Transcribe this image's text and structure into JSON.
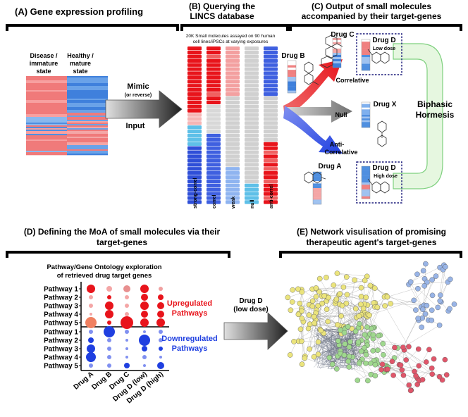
{
  "panel_a": {
    "title": "(A) Gene expression profiling",
    "disease_label_1": "Disease /",
    "disease_label_2": "immature",
    "disease_label_3": "state",
    "healthy_label_1": "Healthy /",
    "healthy_label_2": "mature",
    "healthy_label_3": "state"
  },
  "arrow_a": {
    "mimic": "Mimic",
    "reverse": "(or reverse)",
    "input": "Input"
  },
  "panel_b": {
    "title_1": "(B) Querying the",
    "title_2": "LINCS database",
    "subtitle_1": "20K Small molecules assayed on 90 human",
    "subtitle_2": "cell lines/iPSCs at varying exposures",
    "columns": [
      "strong-correl",
      "correl",
      "weak",
      "null",
      "anti-correl"
    ]
  },
  "panel_c": {
    "title_1": "(C) Output of small molecules",
    "title_2": "accompanied by their target-genes",
    "drug_b": "Drug B",
    "drug_c": "Drug C",
    "drug_d_low": "Drug D",
    "low_dose": "Low dose",
    "correlative": "Correlative",
    "null": "Null",
    "drug_x": "Drug X",
    "anti_1": "Anti-",
    "anti_2": "Correlative",
    "drug_a": "Drug A",
    "drug_d_high": "Drug D",
    "high_dose": "High dose",
    "biphasic_1": "Biphasic",
    "biphasic_2": "Hormesis"
  },
  "panel_d": {
    "title_1": "(D) Defining the MoA of small molecules via their",
    "title_2": "target-genes",
    "sub_1": "Pathway/Gene Ontology exploration",
    "sub_2": "of retrieved drug target genes",
    "up_1": "Upregulated",
    "up_2": "Pathways",
    "down_1": "Downregulated",
    "down_2": "Pathways",
    "pathways": [
      "Pathway 1",
      "Pathway 2",
      "Pathway 3",
      "Pathway 4",
      "Pathway 5"
    ],
    "drugs": [
      "Drug A",
      "Drug B",
      "Drug C",
      "Drug D (low)",
      "Drug D (high)"
    ]
  },
  "arrow_d": {
    "label_1": "Drug D",
    "label_2": "(low dose)"
  },
  "panel_e": {
    "title_1": "(E) Network visulisation of promising",
    "title_2": "therapeutic agent's target-genes"
  },
  "colors": {
    "red": "#e8141b",
    "pink": "#f08080",
    "blue": "#1f3fe0",
    "lightblue": "#7fb0ee",
    "gray": "#c8c8c8",
    "green_border": "#7ed07e",
    "node_yellow": "#ebe47c",
    "node_blue": "#98b4e6",
    "node_green": "#9fd88e",
    "node_red": "#e0566a"
  }
}
